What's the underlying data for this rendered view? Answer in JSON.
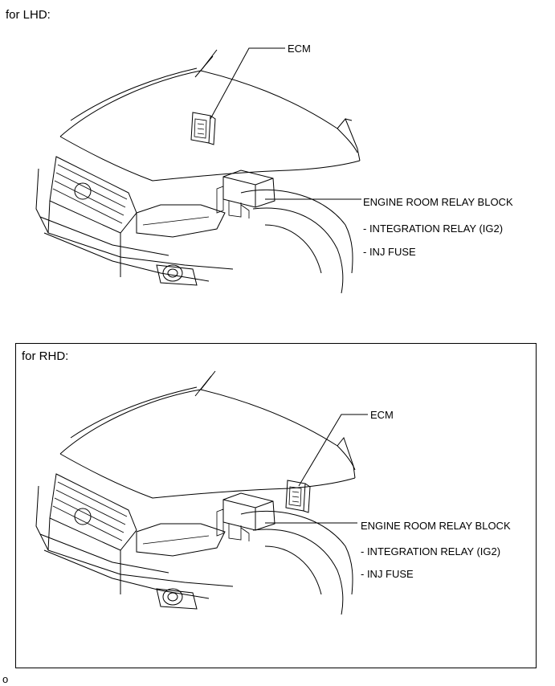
{
  "lhd": {
    "title": "for LHD:",
    "ecm_label": "ECM",
    "relay_block_label": "ENGINE ROOM RELAY BLOCK",
    "relay_item": "- INTEGRATION RELAY (IG2)",
    "fuse_item": "- INJ FUSE"
  },
  "rhd": {
    "title": "for RHD:",
    "ecm_label": "ECM",
    "relay_block_label": "ENGINE ROOM RELAY BLOCK",
    "relay_item": "- INTEGRATION RELAY (IG2)",
    "fuse_item": "- INJ FUSE"
  },
  "footer": {
    "code": "o"
  }
}
